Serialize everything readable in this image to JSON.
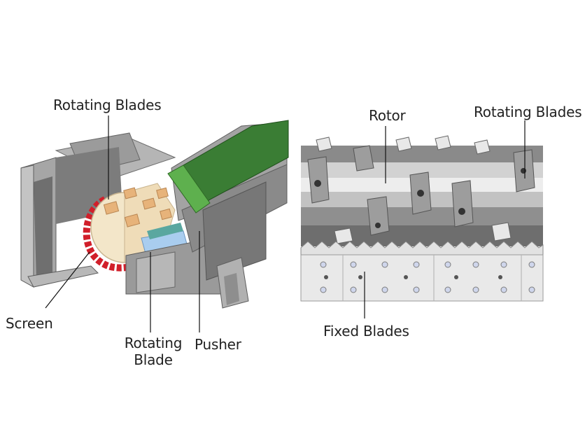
{
  "labels": {
    "left_rotating_blades": "Rotating Blades",
    "screen": "Screen",
    "rotating_blade_line1": "Rotating",
    "rotating_blade_line2": "Blade",
    "pusher": "Pusher",
    "rotor": "Rotor",
    "right_rotating_blades": "Rotating Blades",
    "fixed_blades": "Fixed Blades"
  },
  "colors": {
    "housing_gray": "#8c8c8c",
    "pusher_green": "#3a7d34",
    "screen_red": "#d11f2a",
    "rotor_cream": "#f3e6c9",
    "blade_tan": "#e7b37a",
    "fixed_blade_blue": "#a9cdef",
    "rotor_light": "#d2d2d2",
    "rotor_dark": "#8a8a8a"
  }
}
